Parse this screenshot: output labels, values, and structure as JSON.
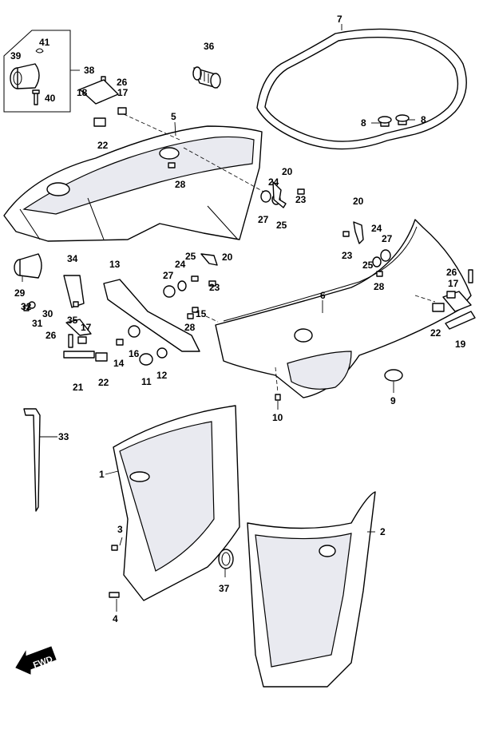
{
  "callouts": [
    {
      "id": "1",
      "label": "1"
    },
    {
      "id": "2",
      "label": "2"
    },
    {
      "id": "3",
      "label": "3"
    },
    {
      "id": "4",
      "label": "4"
    },
    {
      "id": "5",
      "label": "5"
    },
    {
      "id": "6",
      "label": "6"
    },
    {
      "id": "7",
      "label": "7"
    },
    {
      "id": "8a",
      "label": "8"
    },
    {
      "id": "8b",
      "label": "8"
    },
    {
      "id": "9",
      "label": "9"
    },
    {
      "id": "10",
      "label": "10"
    },
    {
      "id": "11",
      "label": "11"
    },
    {
      "id": "12",
      "label": "12"
    },
    {
      "id": "13",
      "label": "13"
    },
    {
      "id": "14",
      "label": "14"
    },
    {
      "id": "15",
      "label": "15"
    },
    {
      "id": "16",
      "label": "16"
    },
    {
      "id": "17a",
      "label": "17"
    },
    {
      "id": "17b",
      "label": "17"
    },
    {
      "id": "17c",
      "label": "17"
    },
    {
      "id": "18",
      "label": "18"
    },
    {
      "id": "19",
      "label": "19"
    },
    {
      "id": "20a",
      "label": "20"
    },
    {
      "id": "20b",
      "label": "20"
    },
    {
      "id": "20c",
      "label": "20"
    },
    {
      "id": "21",
      "label": "21"
    },
    {
      "id": "22a",
      "label": "22"
    },
    {
      "id": "22b",
      "label": "22"
    },
    {
      "id": "22c",
      "label": "22"
    },
    {
      "id": "23a",
      "label": "23"
    },
    {
      "id": "23b",
      "label": "23"
    },
    {
      "id": "23c",
      "label": "23"
    },
    {
      "id": "24a",
      "label": "24"
    },
    {
      "id": "24b",
      "label": "24"
    },
    {
      "id": "24c",
      "label": "24"
    },
    {
      "id": "25a",
      "label": "25"
    },
    {
      "id": "25b",
      "label": "25"
    },
    {
      "id": "25c",
      "label": "25"
    },
    {
      "id": "26a",
      "label": "26"
    },
    {
      "id": "26b",
      "label": "26"
    },
    {
      "id": "26c",
      "label": "26"
    },
    {
      "id": "27a",
      "label": "27"
    },
    {
      "id": "27b",
      "label": "27"
    },
    {
      "id": "27c",
      "label": "27"
    },
    {
      "id": "28a",
      "label": "28"
    },
    {
      "id": "28b",
      "label": "28"
    },
    {
      "id": "28c",
      "label": "28"
    },
    {
      "id": "29",
      "label": "29"
    },
    {
      "id": "30",
      "label": "30"
    },
    {
      "id": "31",
      "label": "31"
    },
    {
      "id": "32",
      "label": "32"
    },
    {
      "id": "33",
      "label": "33"
    },
    {
      "id": "34",
      "label": "34"
    },
    {
      "id": "35",
      "label": "35"
    },
    {
      "id": "36",
      "label": "36"
    },
    {
      "id": "37",
      "label": "37"
    },
    {
      "id": "38",
      "label": "38"
    },
    {
      "id": "39",
      "label": "39"
    },
    {
      "id": "40",
      "label": "40"
    },
    {
      "id": "41",
      "label": "41"
    }
  ],
  "direction_marker": {
    "text": "FWD",
    "icon": "fwd-arrow-icon"
  },
  "colors": {
    "line": "#000000",
    "panel_shade": "#e9eaf0",
    "background": "#ffffff"
  }
}
